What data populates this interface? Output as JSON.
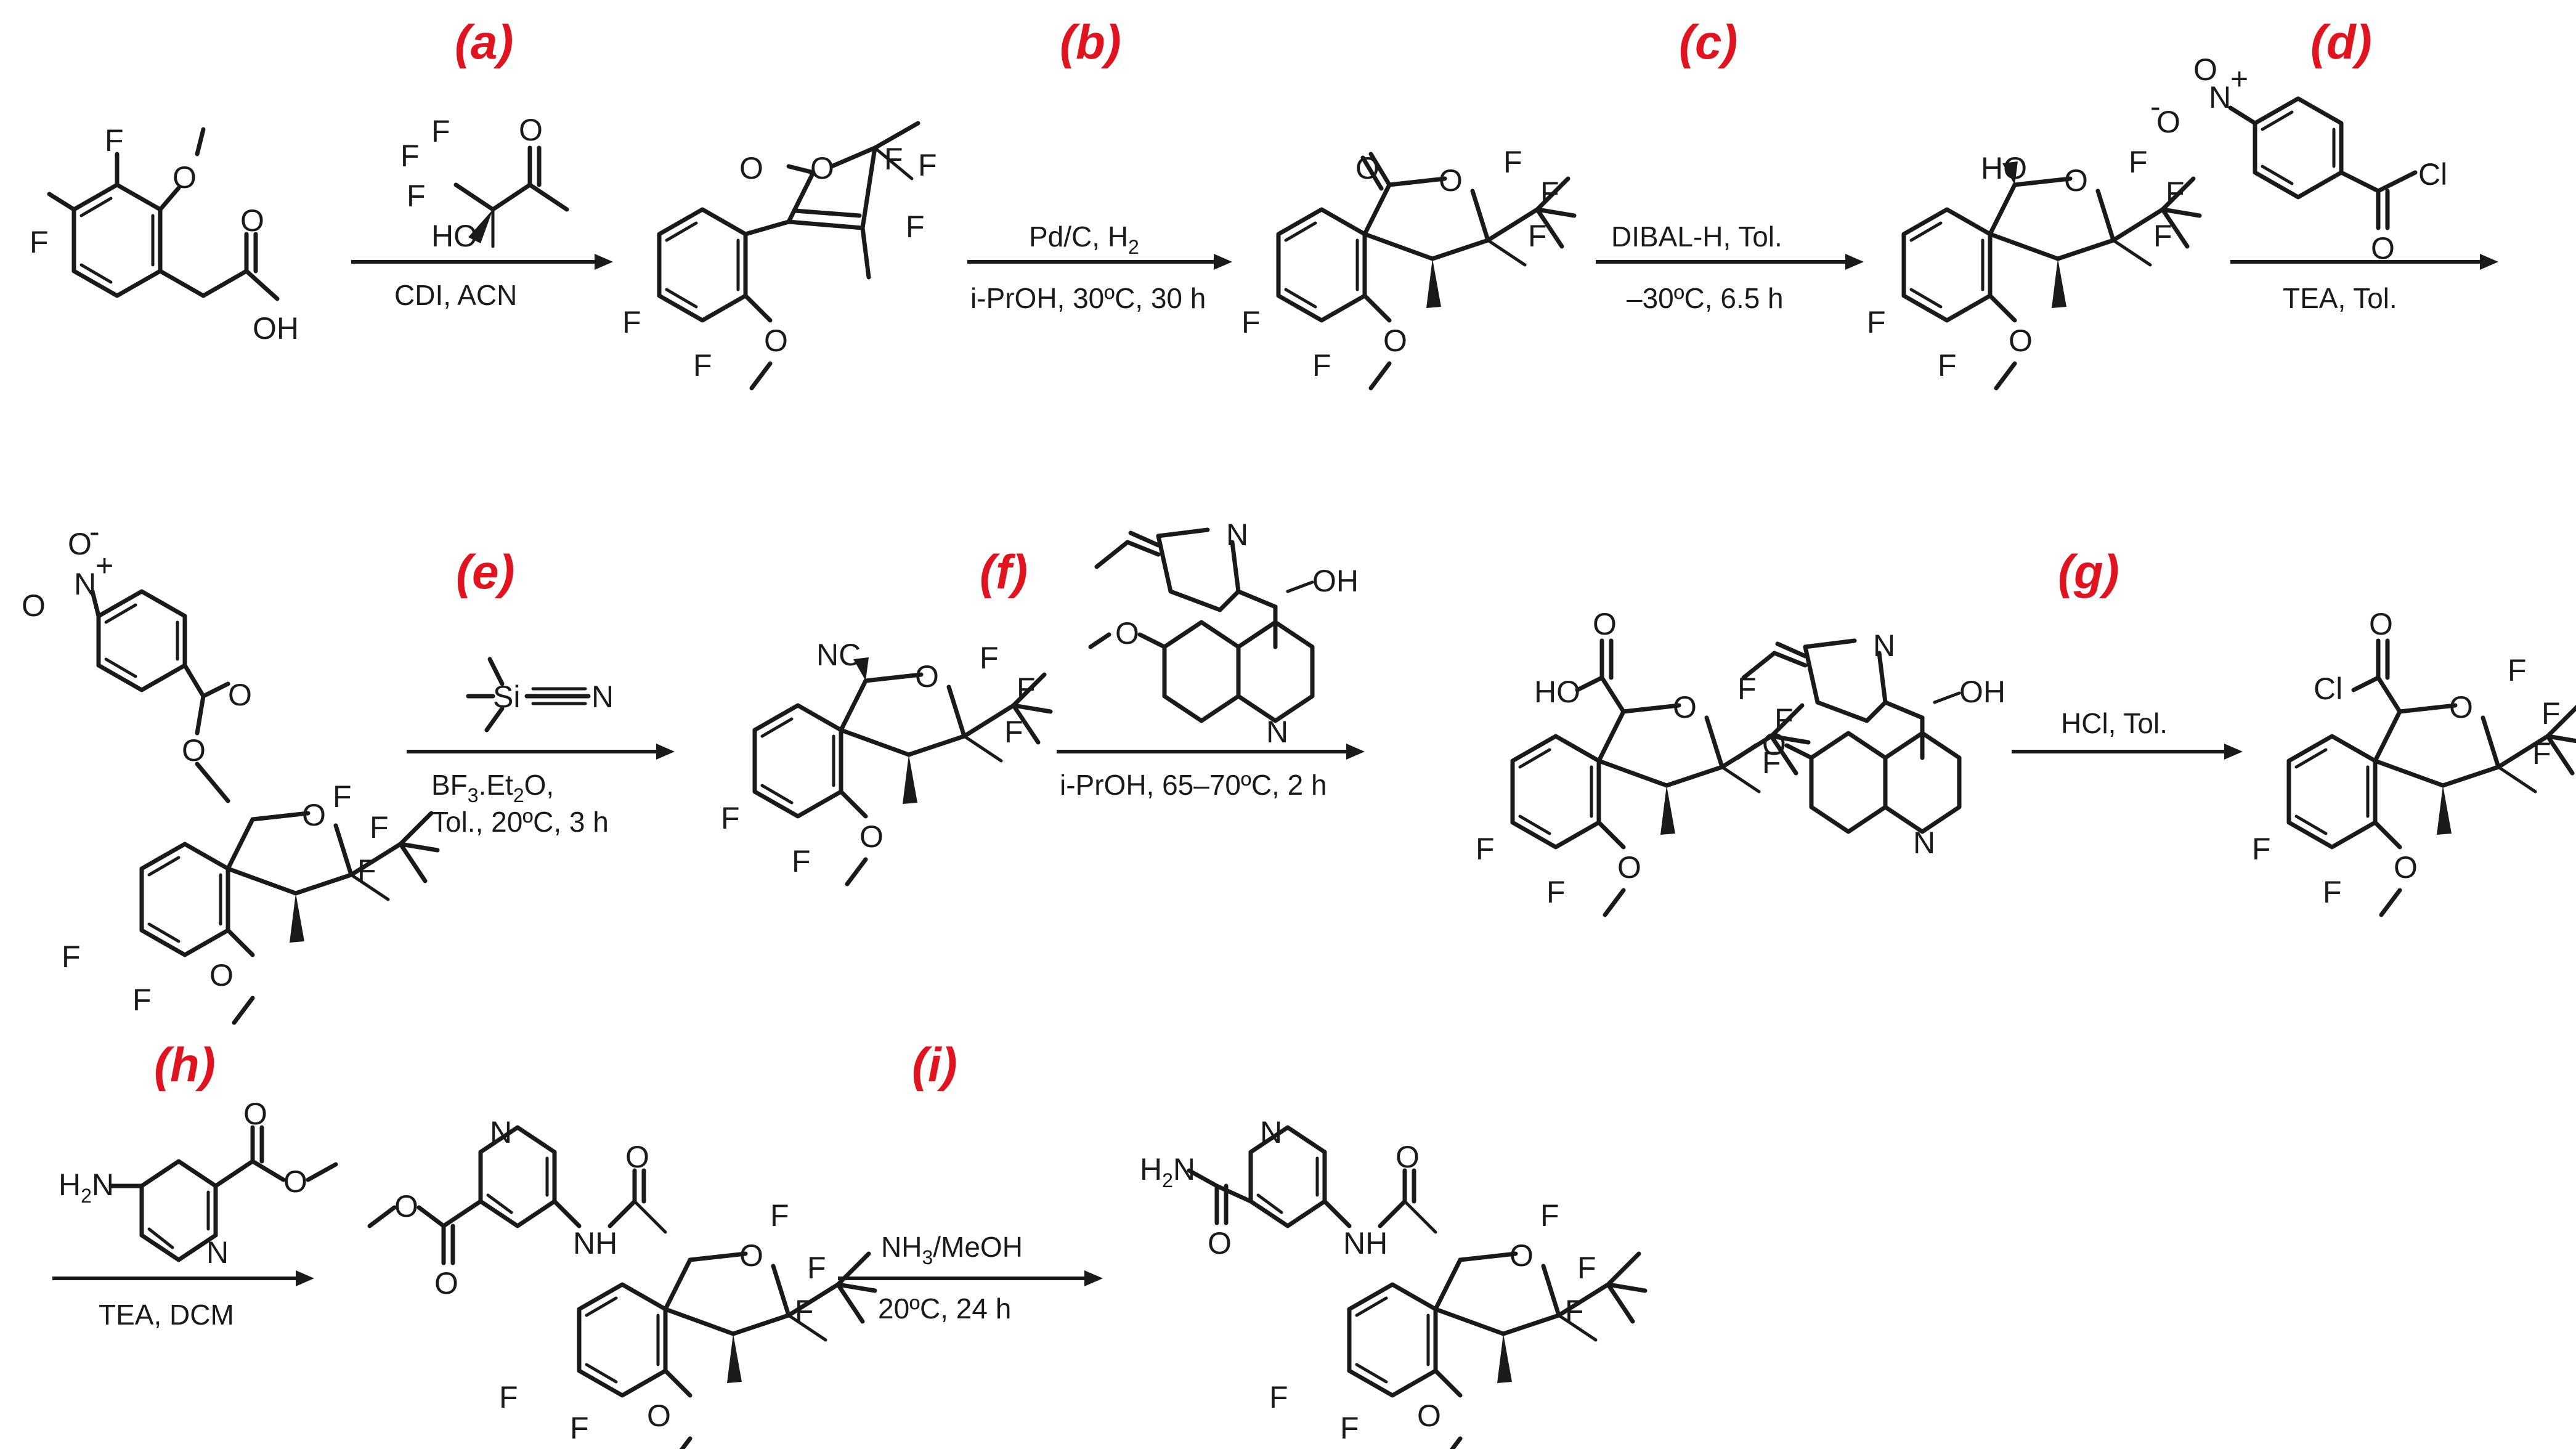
{
  "step_color": "#e0141e",
  "steps": {
    "a": "(a)",
    "b": "(b)",
    "c": "(c)",
    "d": "(d)",
    "e": "(e)",
    "f": "(f)",
    "g": "(g)",
    "h": "(h)",
    "i": "(i)"
  },
  "conditions": {
    "a": "CDI, ACN",
    "b_top": "Pd/C, H",
    "b_top_sub": "2",
    "b_bottom": "i-PrOH, 30ºC, 30 h",
    "c_top": "DIBAL-H, Tol.",
    "c_bottom": "–30ºC, 6.5 h",
    "d": "TEA, Tol.",
    "e_1": "BF",
    "e_1_sub1": "3",
    "e_1_mid": ".Et",
    "e_1_sub2": "2",
    "e_1_end": "O,",
    "e_2": "Tol., 20ºC, 3 h",
    "f": "i-PrOH, 65–70ºC, 2 h",
    "g": "HCl, Tol.",
    "h": "TEA, DCM",
    "i_top": "NH",
    "i_top_sub": "3",
    "i_top_end": "/MeOH",
    "i_bottom": "20ºC, 24 h"
  },
  "atoms": {
    "F": "F",
    "O": "O",
    "OH": "OH",
    "HO": "HO",
    "N": "N",
    "Cl": "Cl",
    "NC": "NC",
    "Si": "Si",
    "H2N_H": "H",
    "H2N_sub": "2",
    "H2N_N": "N",
    "NH": "NH",
    "NO2_N": "N",
    "plus": "+",
    "minus": "-"
  }
}
